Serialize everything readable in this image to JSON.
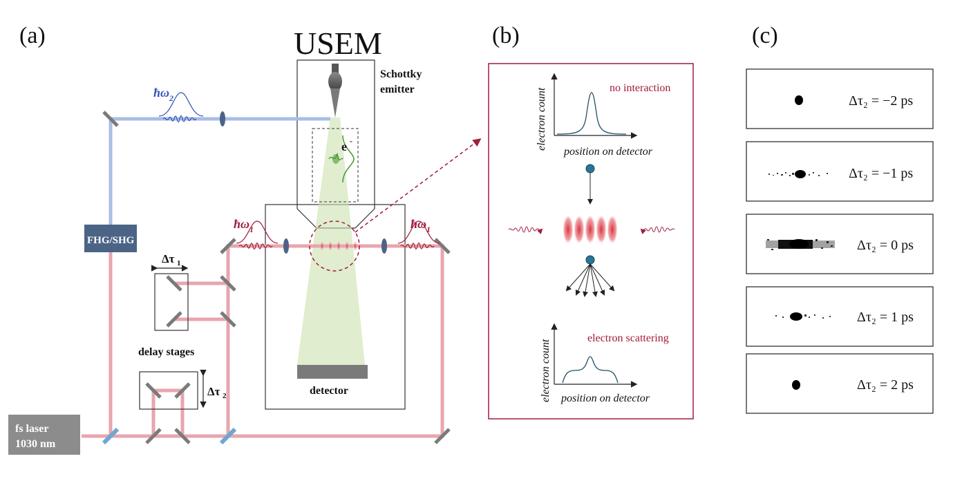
{
  "panel_labels": {
    "a": "(a)",
    "b": "(b)",
    "c": "(c)"
  },
  "setup": {
    "title": "USEM",
    "schottky_line1": "Schottky",
    "schottky_line2": "emitter",
    "electron": "e",
    "electron_sup": "-",
    "omega2_base": "ħω",
    "omega2_sub": "2",
    "omega1_base": "ħω",
    "omega1_sub": "1",
    "fhg": "FHG/SHG",
    "laser_line1": "fs laser",
    "laser_line2": "1030 nm",
    "delay_stages": "delay stages",
    "dtau1": "Δτ",
    "dtau1_sub": "1",
    "dtau2": "Δτ",
    "dtau2_sub": "2",
    "detector": "detector"
  },
  "panel_b": {
    "no_interaction": "no interaction",
    "electron_scattering": "electron scattering",
    "y_label": "electron count",
    "x_label": "position on detector"
  },
  "panel_c": {
    "rows": [
      {
        "label": "Δτ₂ = −2 ps"
      },
      {
        "label": "Δτ₂ = −1 ps"
      },
      {
        "label": "Δτ₂ = 0 ps"
      },
      {
        "label": "Δτ₂ = 1 ps"
      },
      {
        "label": "Δτ₂ = 2 ps"
      }
    ]
  },
  "colors": {
    "red_beam": "#e8a6ae",
    "blue_beam": "#a9bde6",
    "accent_red": "#a01c3c",
    "accent_blue": "#2f55b4",
    "box_fill": "#4b6385",
    "laser_fill": "#8c8c8c",
    "electron_cone": "#dfeccc",
    "electron_green": "#4d9a33",
    "mirror": "#7a7a7a",
    "splitter": "#6fa6d2"
  },
  "icons": [
    "mirror-icon",
    "lens-icon",
    "beam-splitter-icon",
    "electron-dot-icon",
    "wave-packet-icon"
  ]
}
